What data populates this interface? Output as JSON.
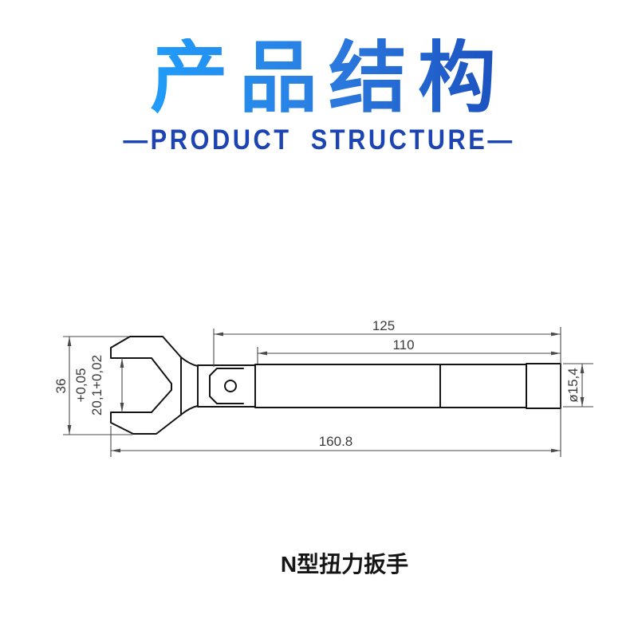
{
  "header": {
    "title": "产品结构",
    "subtitle": "—PRODUCT  STRUCTURE—",
    "title_gradient_start": "#1FA0FC",
    "title_gradient_end": "#1B4FBE",
    "subtitle_color": "#1C44B2"
  },
  "drawing": {
    "type": "technical-dimension-drawing",
    "part": "open-end torque wrench",
    "dims": {
      "length_total": "160.8",
      "length_125": "125",
      "length_110": "110",
      "head_height": "36",
      "jaw_tolerance_upper": "+0,05",
      "jaw_opening": "20,1+0,02",
      "shaft_diameter": "ø15,4"
    },
    "line_color": "#141414",
    "dim_color": "#4a4a4a"
  },
  "caption": "N型扭力扳手"
}
